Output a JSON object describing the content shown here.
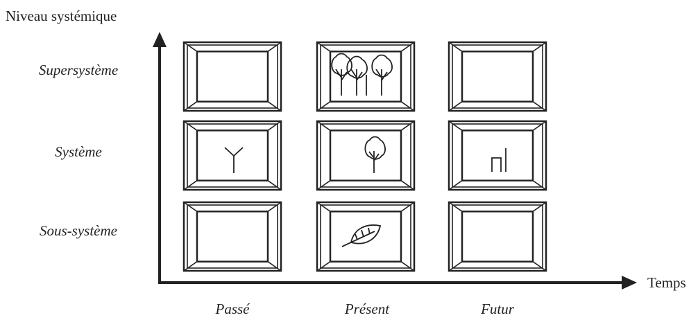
{
  "y_axis_label": "Niveau systémique",
  "x_axis_label": "Temps",
  "levels": [
    "Supersystème",
    "Système",
    "Sous-système"
  ],
  "periods": [
    "Passé",
    "Présent",
    "Futur"
  ],
  "cells": [
    {
      "level": "Supersystème",
      "period": "Passé",
      "icon": "empty"
    },
    {
      "level": "Supersystème",
      "period": "Présent",
      "icon": "forest-icon"
    },
    {
      "level": "Supersystème",
      "period": "Futur",
      "icon": "empty"
    },
    {
      "level": "Système",
      "period": "Passé",
      "icon": "sprout-icon"
    },
    {
      "level": "Système",
      "period": "Présent",
      "icon": "tree-icon"
    },
    {
      "level": "Système",
      "period": "Futur",
      "icon": "stump-icon"
    },
    {
      "level": "Sous-système",
      "period": "Passé",
      "icon": "empty"
    },
    {
      "level": "Sous-système",
      "period": "Présent",
      "icon": "leaf-icon"
    },
    {
      "level": "Sous-système",
      "period": "Futur",
      "icon": "empty"
    }
  ],
  "colors": {
    "line": "#222222",
    "background": "#ffffff"
  }
}
